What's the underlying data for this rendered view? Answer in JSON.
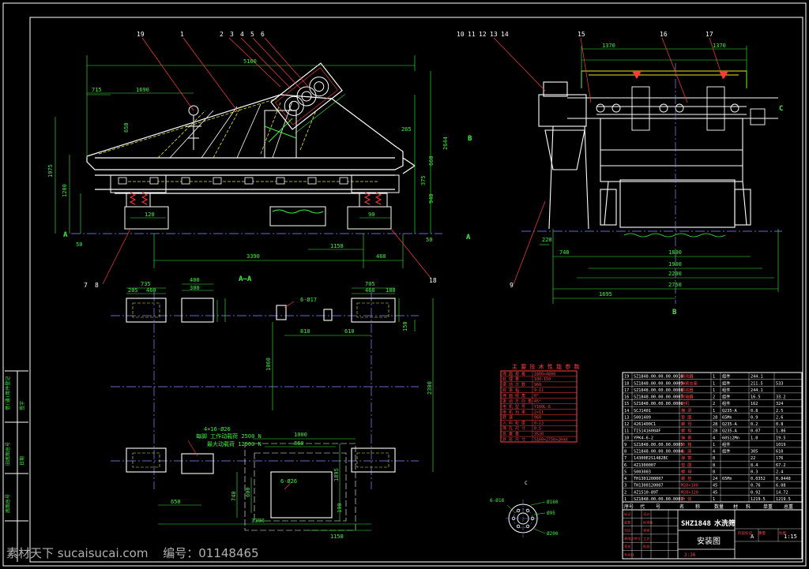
{
  "drawing": {
    "title_cn": "水洗筛",
    "model": "SHZ1848",
    "sheet_name": "安装图",
    "scale": "1:15",
    "sheet_no": "A",
    "date_code": "2:26"
  },
  "balloons_top_left": [
    "19",
    "1",
    "2",
    "3",
    "4",
    "5",
    "6"
  ],
  "balloons_top_right": [
    "10",
    "11",
    "12",
    "13",
    "14",
    "15",
    "16",
    "17"
  ],
  "balloons_other": [
    "7",
    "8",
    "18",
    "9",
    "C"
  ],
  "section_labels": {
    "aa": "A—A",
    "a": "A",
    "b": "B",
    "c": "C",
    "view_c": "C"
  },
  "dims_side": {
    "overall": "5160",
    "d1690": "1690",
    "d715": "715",
    "d650": "650",
    "d265": "265",
    "d2644": "2644",
    "d1975": "1975",
    "d1200": "1200",
    "d660": "660",
    "d375": "375",
    "d940": "940",
    "d120": "120",
    "d90": "90",
    "d50a": "50",
    "d50b": "50",
    "d3390": "3390",
    "d1158": "1158",
    "d460": "460"
  },
  "dims_end": {
    "d1370a": "1370",
    "d1370b": "1370",
    "d220": "220",
    "d740": "740",
    "d1800": "1800",
    "d1900": "1900",
    "d2200": "2200",
    "d2750": "2750",
    "d1695": "1695"
  },
  "dims_plan": {
    "d735": "735",
    "d400": "400",
    "d705": "705",
    "d205": "205",
    "d460": "460",
    "d300": "300",
    "d180": "180",
    "d610": "610",
    "d810": "810",
    "d150": "150",
    "d1060": "1060",
    "d2300": "2300",
    "d1000": "1000",
    "d860": "860",
    "d1895": "1895",
    "d650": "650",
    "d3390": "3390",
    "d1158": "1158",
    "d740": "740",
    "d600": "600",
    "d190": "190",
    "hole_label": "6-Ø17",
    "hole_label2": "6-Ø26",
    "foot_holes": "4×16-Ø26"
  },
  "loads": {
    "line1": "每脚  工作动载荷  2500 N",
    "line2": "最大动载荷  12500 N"
  },
  "flange": {
    "holes": "6-Ø18",
    "d1": "Ø160",
    "d2": "Ø95",
    "d3": "Ø200"
  },
  "spec_table": {
    "title": "主 要 技 术 性 能 参 数",
    "labels": [
      "筛 面 规 格",
      "处 理 量",
      "振 动 次 数",
      "双 振 幅",
      "筛 面 倾 角",
      "振 动 方 向 角",
      "电 机 型 号",
      "电 机 功 率",
      "转 速",
      "入 料 粒 度",
      "筛 孔 尺 寸",
      "总 重 量",
      "外 形 尺 寸"
    ],
    "values": [
      "1800×4800",
      "100-150",
      "960",
      "9-11",
      "0°",
      "45°",
      "Y160L-6",
      "2×11",
      "960",
      "0-13",
      "0.5",
      "3520",
      "5160×2750×2644"
    ]
  },
  "parts": [
    [
      "19",
      "SZ1848.00.00.00.0010",
      "振动器",
      "1",
      "组件",
      "244.1"
    ],
    [
      "18",
      "SZ1848.00.00.00.0009",
      "弹簧支座",
      "1",
      "组件",
      "211.5",
      "533"
    ],
    [
      "17",
      "SZ1848.00.00.00.0008",
      "振动器",
      "1",
      "组件",
      "244.1"
    ],
    [
      "16",
      "SZ1848.00.00.00.0007",
      "联轴器",
      "2",
      "组件",
      "16.5",
      "33.2"
    ],
    [
      "15",
      "SZ1848.00.00.00.0006",
      "电机",
      "2",
      "组件",
      "162",
      "324"
    ],
    [
      "14",
      "SCJ1401",
      "横 梁",
      "1",
      "Q235-A",
      "0.8",
      "2.5"
    ],
    [
      "13",
      "5001409",
      "垫 圈",
      "28",
      "65Mn",
      "0.9",
      "2.6"
    ],
    [
      "12",
      "4261400C1",
      "螺 母",
      "28",
      "Q235-A",
      "0.2",
      "0.8"
    ],
    [
      "11",
      "TI5141600AF",
      "螺 栓",
      "28",
      "Q235-A",
      "0.07",
      "1.86"
    ],
    [
      "10",
      "YPK4-6-2",
      "弹 簧",
      "4",
      "60Si2Mn",
      "1.0",
      "19.5"
    ],
    [
      "9",
      "SZ1848.00.00.00.0005",
      "筛 箱",
      "1",
      "组件",
      "",
      "1019"
    ],
    [
      "8",
      "SZ1848.00.00.00.0004",
      "支 座",
      "4",
      "组件",
      "305",
      "610"
    ],
    [
      "7",
      "14300E2S1482BC",
      "弹 簧",
      "8",
      "",
      "22",
      "176"
    ],
    [
      "6",
      "4Z1300007",
      "垫 圈",
      "8",
      "",
      "8.4",
      "67.2"
    ],
    [
      "5",
      "5003003",
      "螺 母",
      "8",
      "",
      "0.3",
      "2.4"
    ],
    [
      "4",
      "TH1301200007",
      "螺 栓",
      "24",
      "65Mn",
      "0.0352",
      "0.8448"
    ],
    [
      "3",
      "TH1300120007",
      "M20×100",
      "45",
      "",
      "0.76",
      "6.08"
    ],
    [
      "2",
      "4Z1510-89T",
      "M20×120",
      "45",
      "",
      "0.92",
      "14.72"
    ],
    [
      "1",
      "SZ1848.00.00.00.0001",
      "筛 体",
      "1",
      "",
      "1219.5",
      "1219.5"
    ]
  ],
  "parts_header": [
    "序号",
    "代",
    "号",
    "名",
    "称",
    "数量",
    "材",
    "料",
    "单重",
    "总重"
  ],
  "title_block": {
    "left_labels": [
      "标记",
      "处数",
      "分区",
      "更改文件号",
      "签名",
      "年月日",
      "设计",
      "标准化",
      "审核",
      "工艺",
      "批准"
    ],
    "right_labels": [
      "阶段标记",
      "重量",
      "比例"
    ],
    "side_labels": [
      "借(通)用件登记",
      "旧底图总号",
      "底图总号",
      "签字",
      "日期"
    ]
  },
  "watermark": {
    "site": "素材天下 sucaisucai.com",
    "label": "编号：",
    "id": "01148465"
  },
  "colors": {
    "frame": "#ffffff",
    "outline": "#ffffff",
    "dimension": "#3cf03c",
    "leader": "#ff3a3a",
    "centerline": "#8a8aff",
    "hidden": "#e8e820",
    "text": "#ffffff",
    "table": "#ff4040"
  }
}
